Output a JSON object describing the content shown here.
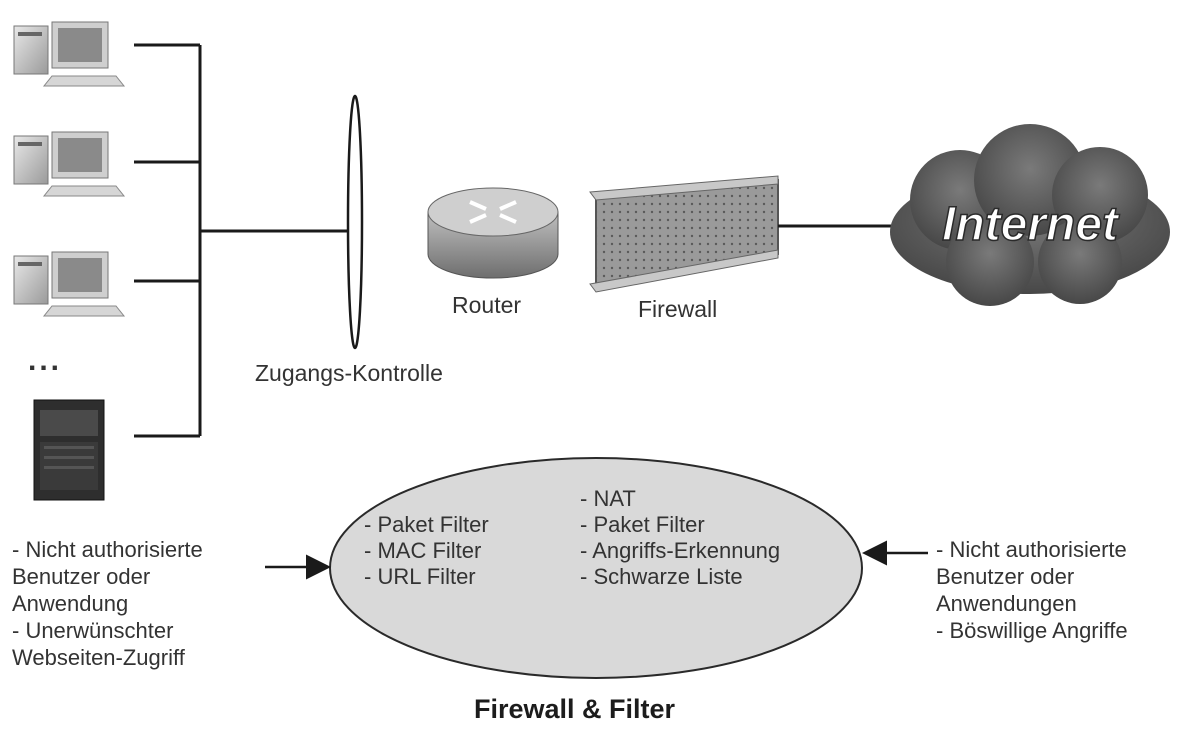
{
  "labels": {
    "router": "Router",
    "firewall": "Firewall",
    "access_control": "Zugangs-Kontrolle",
    "internet": "Internet",
    "ellipsis": "...",
    "title": "Firewall & Filter"
  },
  "filter_list_left": [
    "- Paket Filter",
    "- MAC Filter",
    "- URL Filter"
  ],
  "filter_list_right": [
    "- NAT",
    "- Paket Filter",
    "- Angriffs-Erkennung",
    "- Schwarze Liste"
  ],
  "threats_left": [
    "- Nicht authorisierte",
    "Benutzer oder",
    "Anwendung",
    "- Unerwünschter",
    "Webseiten-Zugriff"
  ],
  "threats_right": [
    "- Nicht authorisierte",
    "Benutzer oder",
    "Anwendungen",
    "- Böswillige Angriffe"
  ],
  "icons": [
    "desktop-computer-icon",
    "server-tower-icon",
    "router-icon",
    "firewall-wall-icon",
    "internet-cloud-icon",
    "arrow-right-icon",
    "arrow-left-icon"
  ],
  "colors": {
    "line": "#1a1a1a",
    "ellipse_fill": "#d9d9d9",
    "cloud": "#5a5a5a",
    "text": "#333333"
  }
}
